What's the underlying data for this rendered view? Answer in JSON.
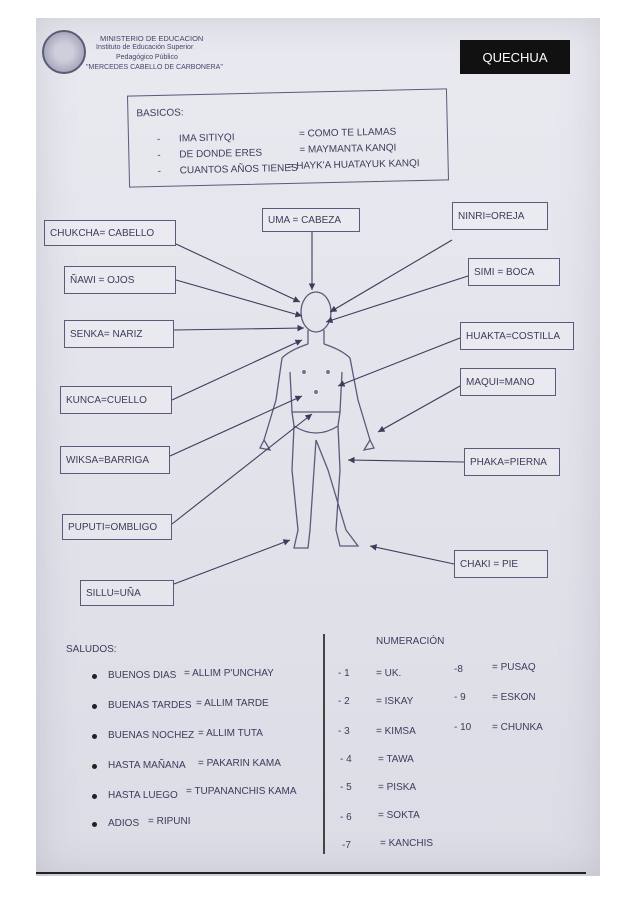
{
  "header": {
    "line1": "MINISTERIO DE EDUCACION",
    "line2": "Instituto de Educación Superior",
    "line3": "Pedagógico Público",
    "line4": "\"MERCEDES CABELLO DE CARBONERA\""
  },
  "badge": "QUECHUA",
  "basicos": {
    "title": "BASICOS:",
    "rows": [
      {
        "dash": "-",
        "left": "IMA SITIYQI",
        "right": "= COMO TE LLAMAS"
      },
      {
        "dash": "-",
        "left": "DE DONDE ERES",
        "right": "= MAYMANTA KANQI"
      },
      {
        "dash": "-",
        "left": "CUANTOS AÑOS TIENES",
        "right": "= HAYK'A HUATAYUK KANQI"
      }
    ]
  },
  "body_parts_left": [
    "CHUKCHA= CABELLO",
    "ÑAWI = OJOS",
    "SENKA= NARIZ",
    "KUNCA=CUELLO",
    "WIKSA=BARRIGA",
    "PUPUTI=OMBLIGO",
    "SILLU=UÑA"
  ],
  "body_parts_top": "UMA = CABEZA",
  "body_parts_right": [
    "NINRI=OREJA",
    "SIMI = BOCA",
    "HUAKTA=COSTILLA",
    "MAQUI=MANO",
    "PHAKA=PIERNA",
    "CHAKI = PIE"
  ],
  "saludos": {
    "title": "SALUDOS:",
    "items": [
      {
        "es": "BUENOS DIAS",
        "qu": "= ALLIM  P'UNCHAY"
      },
      {
        "es": "BUENAS TARDES",
        "qu": "= ALLIM TARDE"
      },
      {
        "es": "BUENAS NOCHEZ",
        "qu": "= ALLIM  TUTA"
      },
      {
        "es": "HASTA MAÑANA",
        "qu": "= PAKARIN KAMA"
      },
      {
        "es": "HASTA LUEGO",
        "qu": "= TUPANANCHIS KAMA"
      },
      {
        "es": "ADIOS",
        "qu": "= RIPUNI"
      }
    ]
  },
  "numeracion": {
    "title": "NUMERACIÓN",
    "left": [
      {
        "n": "- 1",
        "w": "= UK."
      },
      {
        "n": "- 2",
        "w": "= ISKAY"
      },
      {
        "n": "- 3",
        "w": "= KIMSA"
      },
      {
        "n": "- 4",
        "w": "= TAWA"
      },
      {
        "n": "- 5",
        "w": "= PISKA"
      },
      {
        "n": "- 6",
        "w": "= SOKTA"
      },
      {
        "n": "-7",
        "w": "= KANCHIS"
      }
    ],
    "right": [
      {
        "n": "-8",
        "w": "= PUSAQ"
      },
      {
        "n": "- 9",
        "w": "= ESKON"
      },
      {
        "n": "- 10",
        "w": "= CHUNKA"
      }
    ]
  }
}
